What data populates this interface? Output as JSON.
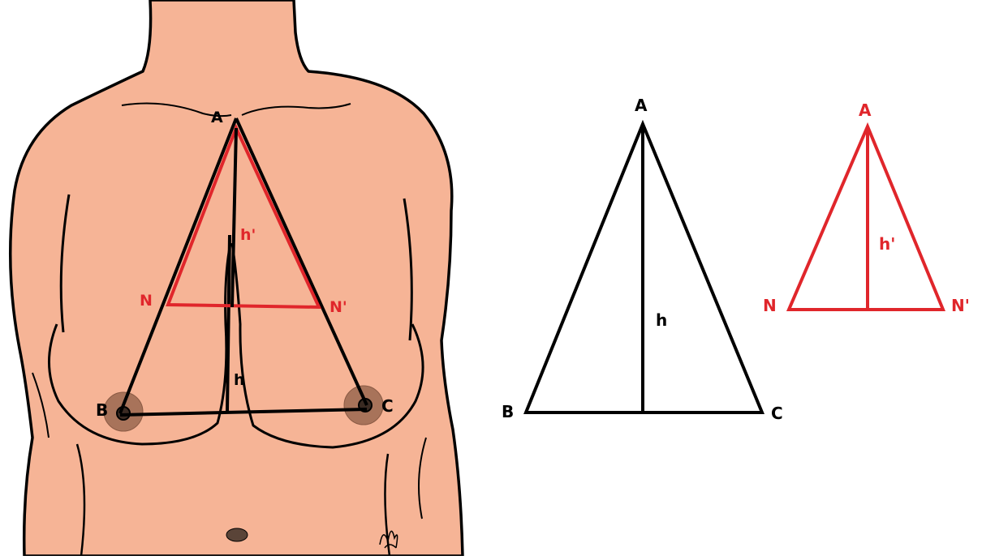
{
  "colors": {
    "skin": "#f6b496",
    "outline": "#000000",
    "red": "#e0262b",
    "areola": "#a8735a",
    "navel": "#5a4438"
  },
  "figure": {
    "labels": {
      "A": "A",
      "B": "B",
      "C": "C",
      "h": "h",
      "N": "N",
      "N_prime": "N'",
      "h_prime": "h'"
    }
  },
  "black_triangle": {
    "A": "A",
    "B": "B",
    "C": "C",
    "h": "h"
  },
  "red_triangle": {
    "A": "A",
    "N": "N",
    "N_prime": "N'",
    "h_prime": "h'"
  }
}
